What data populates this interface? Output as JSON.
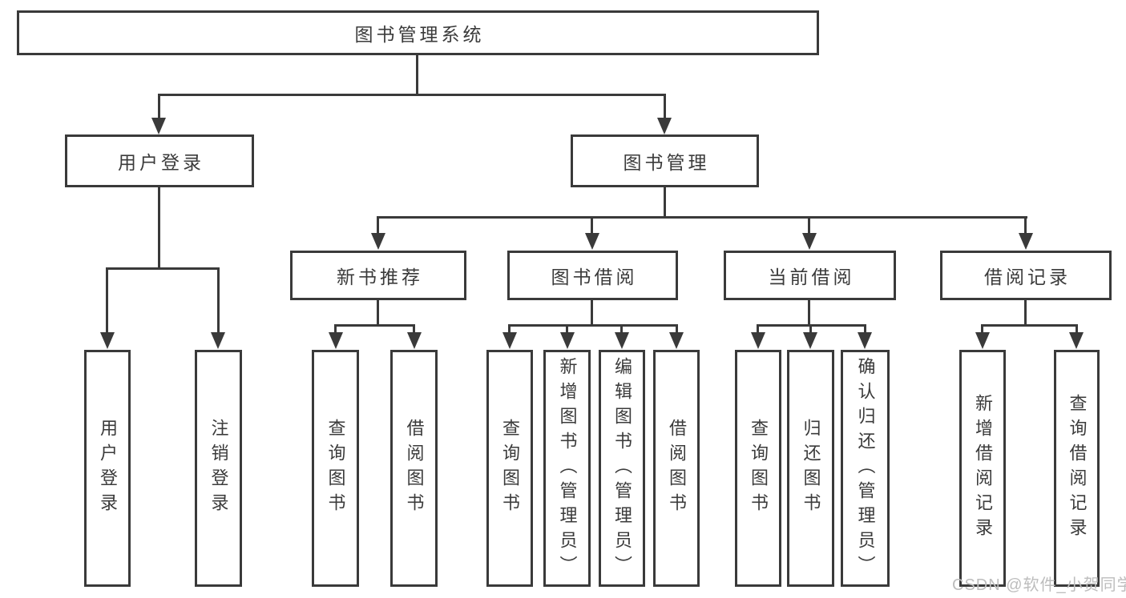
{
  "root": {
    "label": "图书管理系统"
  },
  "user_login_branch": {
    "label": "用户登录",
    "children": [
      "用户登录",
      "注销登录"
    ]
  },
  "book_mgmt_branch": {
    "label": "图书管理",
    "sections": [
      {
        "label": "新书推荐",
        "children": [
          "查询图书",
          "借阅图书"
        ]
      },
      {
        "label": "图书借阅",
        "children": [
          "查询图书",
          "新增图书（管理员）",
          "编辑图书（管理员）",
          "借阅图书"
        ]
      },
      {
        "label": "当前借阅",
        "children": [
          "查询图书",
          "归还图书",
          "确认归还（管理员）"
        ]
      },
      {
        "label": "借阅记录",
        "children": [
          "新增借阅记录",
          "查询借阅记录"
        ]
      }
    ]
  },
  "watermark": "CSDN @软件_小贺同学",
  "colors": {
    "line": "#3a3a3a",
    "text": "#3b3b3b",
    "watermark": "#bdbdbd",
    "background": "#ffffff"
  }
}
